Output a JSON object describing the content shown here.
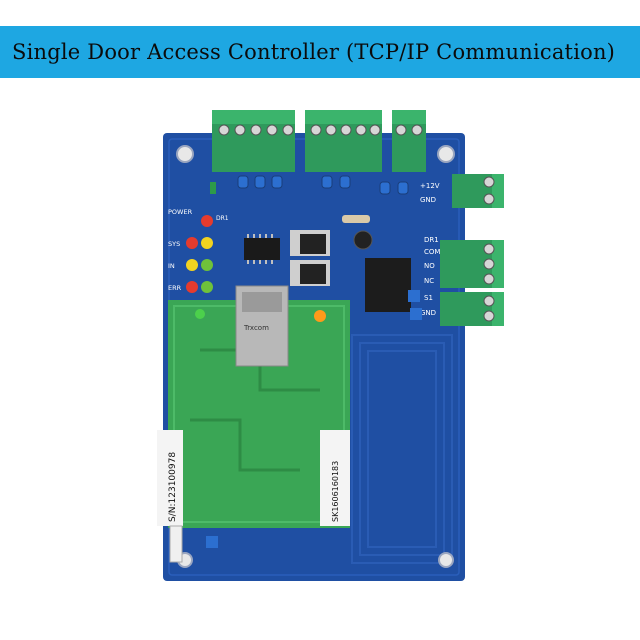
{
  "header": {
    "title": "Single Door Access Controller (TCP/IP Communication)"
  },
  "board": {
    "indicators": {
      "power": "POWER",
      "sys": "SYS",
      "in": "IN",
      "err": "ERR"
    },
    "relay_label": "DR1",
    "terminal_labels": {
      "v12": "+12V",
      "gnd": "GND",
      "dr1": "DR1",
      "com": "COM",
      "no": "NO",
      "nc": "NC",
      "s1": "S1",
      "gnd2": "GND"
    },
    "serial_label": "S/N:123100978",
    "module_serial": "SK1606160183",
    "ethernet_brand": "Trxcom"
  },
  "colors": {
    "banner": "#1ea7e2",
    "pcb_blue": "#1f4fa3",
    "module_green": "#3aa655",
    "terminal_green": "#2f9a5c"
  }
}
